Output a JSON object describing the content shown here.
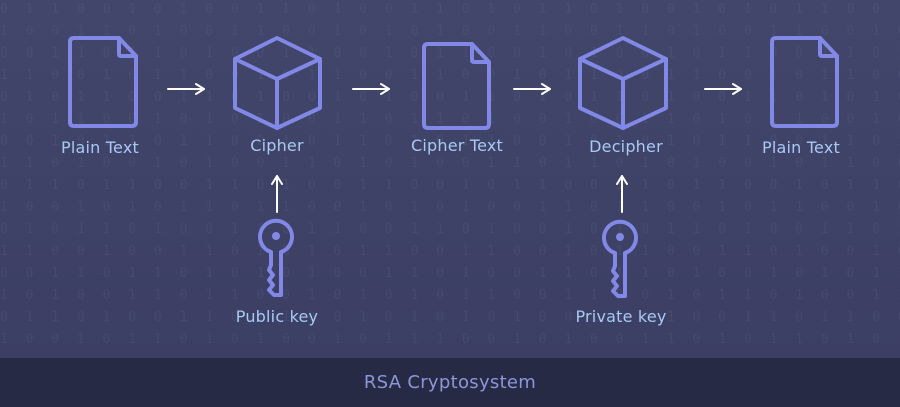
{
  "diagram": {
    "nodes": [
      {
        "id": "plain-text-in",
        "label": "Plain Text",
        "icon": "document-icon"
      },
      {
        "id": "cipher",
        "label": "Cipher",
        "icon": "cube-icon"
      },
      {
        "id": "cipher-text",
        "label": "Cipher Text",
        "icon": "document-icon"
      },
      {
        "id": "decipher",
        "label": "Decipher",
        "icon": "cube-icon"
      },
      {
        "id": "plain-text-out",
        "label": "Plain Text",
        "icon": "document-icon"
      }
    ],
    "keys": [
      {
        "id": "public-key",
        "label": "Public key",
        "icon": "key-icon",
        "target": "cipher"
      },
      {
        "id": "private-key",
        "label": "Private key",
        "icon": "key-icon",
        "target": "decipher"
      }
    ],
    "edges": [
      {
        "from": "plain-text-in",
        "to": "cipher"
      },
      {
        "from": "cipher",
        "to": "cipher-text"
      },
      {
        "from": "cipher-text",
        "to": "decipher"
      },
      {
        "from": "decipher",
        "to": "plain-text-out"
      },
      {
        "from": "public-key",
        "to": "cipher"
      },
      {
        "from": "private-key",
        "to": "decipher"
      }
    ]
  },
  "caption": "RSA Cryptosystem",
  "colors": {
    "background": "#3d4065",
    "icon_stroke": "#8188e6",
    "label_text": "#a9c9f5",
    "arrow": "#ffffff",
    "footer_bg": "#262a45",
    "footer_text": "#8d96d6"
  }
}
